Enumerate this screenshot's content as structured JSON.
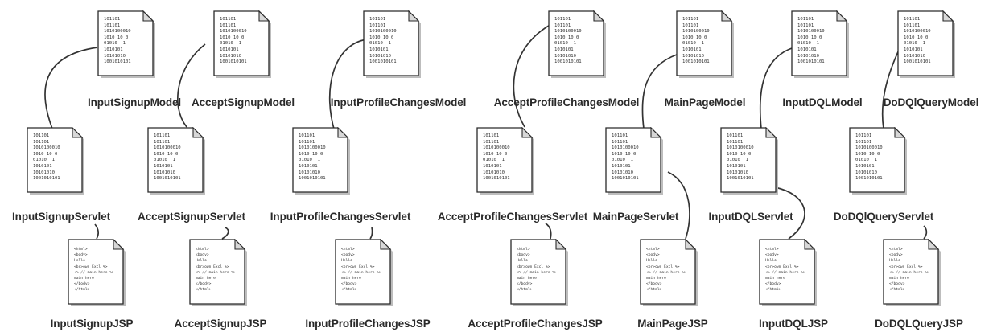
{
  "diagram": {
    "models": [
      {
        "label": "InputSignupModel",
        "content": "101101\n101101\n1010100010\n1010 10 0\n01010  1\n1010101\n10101010\n1001010101"
      },
      {
        "label": "AcceptSignupModel",
        "content": "101101\n101101\n1010100010\n1010 10 0\n01010  1\n1010101\n10101010\n1001010101"
      },
      {
        "label": "InputProfileChangesModel",
        "content": "101101\n101101\n1010100010\n1010 10 0\n01010  1\n1010101\n10101010\n1001010101"
      },
      {
        "label": "AcceptProfileChangesModel",
        "content": "101101\n101101\n1010100010\n1010 10 0\n01010  1\n1010101\n10101010\n1001010101"
      },
      {
        "label": "MainPageModel",
        "content": "101101\n101101\n1010100010\n1010 10 0\n01010  1\n1010101\n10101010\n1001010101"
      },
      {
        "label": "InputDQLModel",
        "content": "101101\n101101\n1010100010\n1010 10 0\n01010  1\n1010101\n10101010\n1001010101"
      },
      {
        "label": "DoDQlQueryModel",
        "content": "101101\n101101\n1010100010\n1010 10 0\n01010  1\n1010101\n10101010\n1001010101"
      }
    ],
    "servlets": [
      {
        "label": "InputSignupServlet",
        "content": "101101\n101101\n1010100010\n1010 10 0\n01010  1\n1010101\n10101010\n1001010101"
      },
      {
        "label": "AcceptSignupServlet",
        "content": "101101\n101101\n1010100010\n1010 10 0\n01010  1\n1010101\n10101010\n1001010101"
      },
      {
        "label": "InputProfileChangesServlet",
        "content": "101101\n101101\n1010100010\n1010 10 0\n01010  1\n1010101\n10101010\n1001010101"
      },
      {
        "label": "AcceptProfileChangesServlet",
        "content": "101101\n101101\n1010100010\n1010 10 0\n01010  1\n1010101\n10101010\n1001010101"
      },
      {
        "label": "MainPageServlet",
        "content": "101101\n101101\n1010100010\n1010 10 0\n01010  1\n1010101\n10101010\n1001010101"
      },
      {
        "label": "InputDQLServlet",
        "content": "101101\n101101\n1010100010\n1010 10 0\n01010  1\n1010101\n10101010\n1001010101"
      },
      {
        "label": "DoDQlQueryServlet",
        "content": "101101\n101101\n1010100010\n1010 10 0\n01010  1\n1010101\n10101010\n1001010101"
      }
    ],
    "jsps": [
      {
        "label": "InputSignupJSP",
        "content": "<html>\n<body>\nHello\n<br>own Excl %>\n<% // main here %>\nmain here\n</body>\n</html>"
      },
      {
        "label": "AcceptSignupJSP",
        "content": "<html>\n<body>\nHello\n<br>own Excl %>\n<% // main here %>\nmain here\n</body>\n</html>"
      },
      {
        "label": "InputProfileChangesJSP",
        "content": "<html>\n<body>\nHello\n<br>own Excl %>\n<% // main here %>\nmain here\n</body>\n</html>"
      },
      {
        "label": "AcceptProfileChangesJSP",
        "content": "<html>\n<body>\nHello\n<br>own Excl %>\n<% // main here %>\nmain here\n</body>\n</html>"
      },
      {
        "label": "MainPageJSP",
        "content": "<html>\n<body>\nHello\n<br>own Excl %>\n<% // main here %>\nmain here\n</body>\n</html>"
      },
      {
        "label": "InputDQLJSP",
        "content": "<html>\n<body>\nHello\n<br>own Excl %>\n<% // main here %>\nmain here\n</body>\n</html>"
      },
      {
        "label": "DoDQLQueryJSP",
        "content": "<html>\n<body>\nHello\n<br>own Excl %>\n<% // main here %>\nmain here\n</body>\n</html>"
      }
    ],
    "colors": {
      "ink": "#2a2a2a",
      "paper": "#ffffff",
      "fold": "#d8d8d8",
      "shadow": "#bdbdbd"
    }
  }
}
